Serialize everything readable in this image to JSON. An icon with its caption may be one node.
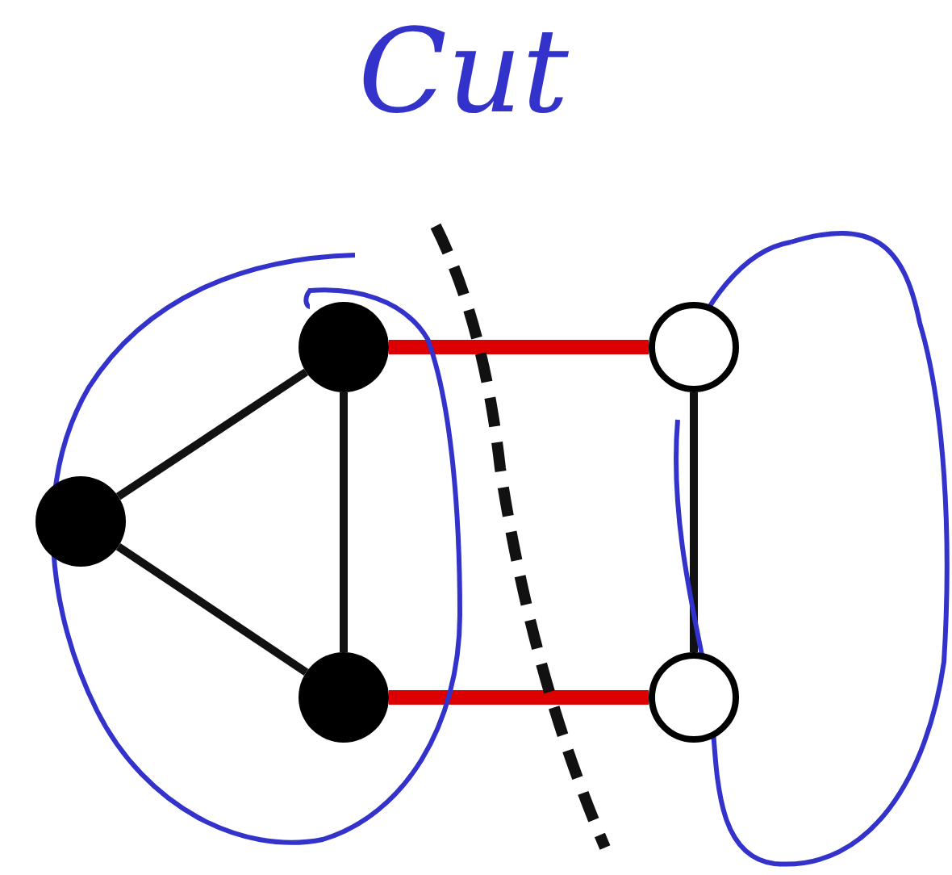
{
  "diagram": {
    "title": "Cut",
    "nodes": [
      {
        "text": [],
        "shape": "circle"
      },
      {
        "text": [],
        "shape": "circle"
      },
      {
        "text": [],
        "shape": "circle"
      },
      {
        "text": [],
        "shape": "circle"
      },
      {
        "text": [],
        "shape": "circle"
      }
    ],
    "edges": [
      {
        "from": 0,
        "to": 1,
        "arrow": "none"
      },
      {
        "from": 0,
        "to": 2,
        "arrow": "none"
      },
      {
        "from": 1,
        "to": 2,
        "arrow": "none"
      },
      {
        "from": 1,
        "to": 3,
        "arrow": "none",
        "style": "thick",
        "color": "#dd0000"
      },
      {
        "from": 2,
        "to": 4,
        "arrow": "none",
        "style": "thick",
        "color": "#dd0000"
      },
      {
        "from": 3,
        "to": 4,
        "arrow": "none"
      }
    ]
  }
}
